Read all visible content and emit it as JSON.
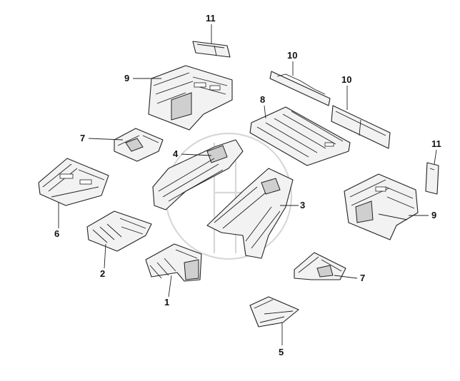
{
  "callouts": {
    "c11a": "11",
    "c10a": "10",
    "c10b": "10",
    "c9a": "9",
    "c8": "8",
    "c7a": "7",
    "c4": "4",
    "c11b": "11",
    "c6": "6",
    "c3": "3",
    "c9b": "9",
    "c2": "2",
    "c1": "1",
    "c7b": "7",
    "c5": "5"
  }
}
